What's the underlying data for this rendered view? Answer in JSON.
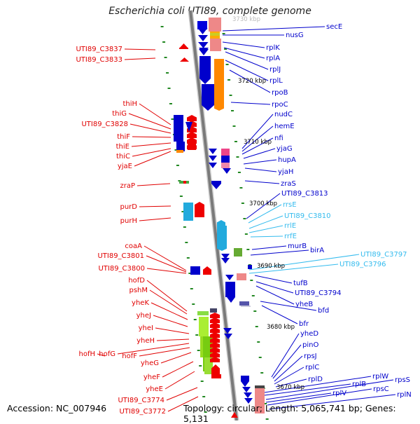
{
  "title": "Escherichia coli UTI89, complete genome",
  "footer": {
    "accession": "Accession: NC_007946",
    "topology": "Topology: circular; Length: 5,065,741 bp; Genes: 5,131"
  },
  "colors": {
    "left_labels": "#e00000",
    "right_labels": "#0000cc",
    "right_labels_light": "#33bbee",
    "axis": "#888888",
    "tick": "#228822",
    "scale_text": "#000000"
  },
  "scale_marks": [
    "3730 kbp",
    "3720 kbp",
    "3710 kbp",
    "3700 kbp",
    "3690 kbp",
    "3680 kbp",
    "3670 kbp"
  ],
  "left_genes": [
    {
      "name": "UTI89_C3837"
    },
    {
      "name": "UTI89_C3833"
    },
    {
      "name": "thiH"
    },
    {
      "name": "thiG"
    },
    {
      "name": "UTI89_C3828"
    },
    {
      "name": "thiF"
    },
    {
      "name": "thiE"
    },
    {
      "name": "thiC"
    },
    {
      "name": "yjaE"
    },
    {
      "name": "zraP"
    },
    {
      "name": "purD"
    },
    {
      "name": "purH"
    },
    {
      "name": "coaA"
    },
    {
      "name": "UTI89_C3801"
    },
    {
      "name": "UTI89_C3800"
    },
    {
      "name": "hofD"
    },
    {
      "name": "pshM"
    },
    {
      "name": "yheK"
    },
    {
      "name": "yheJ"
    },
    {
      "name": "yheI"
    },
    {
      "name": "yheH"
    },
    {
      "name": "hofH"
    },
    {
      "name": "hofG"
    },
    {
      "name": "hofF"
    },
    {
      "name": "yheG"
    },
    {
      "name": "yheF"
    },
    {
      "name": "yheE"
    },
    {
      "name": "UTI89_C3774"
    },
    {
      "name": "UTI89_C3772"
    }
  ],
  "right_genes": [
    {
      "name": "secE",
      "light": false
    },
    {
      "name": "nusG",
      "light": false
    },
    {
      "name": "rplK",
      "light": false
    },
    {
      "name": "rplA",
      "light": false
    },
    {
      "name": "rplJ",
      "light": false
    },
    {
      "name": "rplL",
      "light": false
    },
    {
      "name": "rpoB",
      "light": false
    },
    {
      "name": "rpoC",
      "light": false
    },
    {
      "name": "nudC",
      "light": false
    },
    {
      "name": "hemE",
      "light": false
    },
    {
      "name": "nfi",
      "light": false
    },
    {
      "name": "yjaG",
      "light": false
    },
    {
      "name": "hupA",
      "light": false
    },
    {
      "name": "yjaH",
      "light": false
    },
    {
      "name": "zraS",
      "light": false
    },
    {
      "name": "UTI89_C3813",
      "light": false
    },
    {
      "name": "rrsE",
      "light": true
    },
    {
      "name": "UTI89_C3810",
      "light": true
    },
    {
      "name": "rrlE",
      "light": true
    },
    {
      "name": "rrfE",
      "light": true
    },
    {
      "name": "murB",
      "light": false
    },
    {
      "name": "birA",
      "light": false
    },
    {
      "name": "UTI89_C3797",
      "light": true
    },
    {
      "name": "UTI89_C3796",
      "light": true
    },
    {
      "name": "tufB",
      "light": false
    },
    {
      "name": "UTI89_C3794",
      "light": false
    },
    {
      "name": "yheB",
      "light": false
    },
    {
      "name": "bfd",
      "light": false
    },
    {
      "name": "bfr",
      "light": false
    },
    {
      "name": "yheD",
      "light": false
    },
    {
      "name": "pinO",
      "light": false
    },
    {
      "name": "rpsJ",
      "light": false
    },
    {
      "name": "rplC",
      "light": false
    },
    {
      "name": "rplD",
      "light": false
    },
    {
      "name": "rplW",
      "light": false
    },
    {
      "name": "rplB",
      "light": false
    },
    {
      "name": "rpsS",
      "light": false
    },
    {
      "name": "rplV",
      "light": false
    },
    {
      "name": "rpsC",
      "light": false
    },
    {
      "name": "rplN",
      "light": false
    }
  ]
}
